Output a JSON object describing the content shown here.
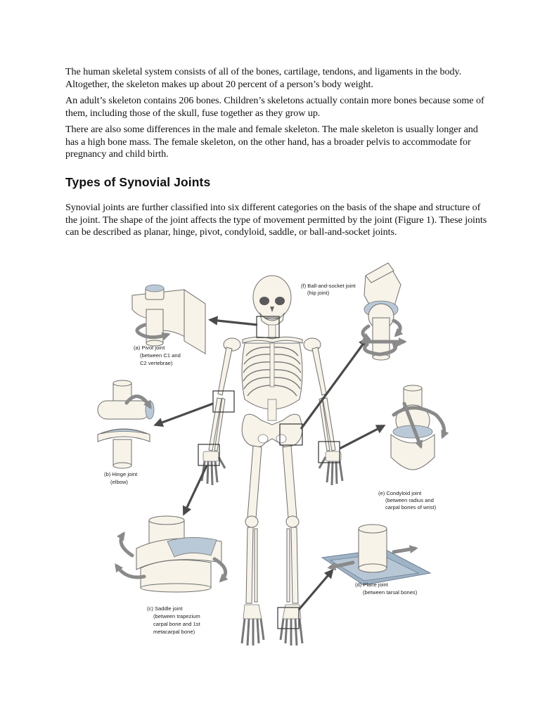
{
  "paragraphs": {
    "p1": "The human skeletal system consists of all of the bones, cartilage, tendons, and ligaments in the body. Altogether, the skeleton makes up about 20 percent of a person’s body weight.",
    "p2": "An adult’s skeleton contains 206 bones. Children’s skeletons actually contain more bones because some of them, including those of the skull, fuse together as they grow up.",
    "p3": "There are also some differences in the male and female skeleton. The male skeleton is usually longer and has a high bone mass. The female skeleton, on the other hand, has a broader pelvis to accommodate for pregnancy and child birth.",
    "p4": "Synovial joints are further classified into six different categories on the basis of the shape and structure of the joint. The shape of the joint affects the type of movement permitted by the joint (Figure 1). These joints can be described as planar, hinge, pivot, condyloid, saddle, or ball-and-socket joints."
  },
  "heading": "Types of Synovial Joints",
  "figure": {
    "a": {
      "line1": "(a) Pivot joint",
      "line2": "(between C1 and",
      "line3": "C2 vertebrae)"
    },
    "b": {
      "line1": "(b) Hinge joint",
      "line2": "(elbow)"
    },
    "c": {
      "line1": "(c) Saddle joint",
      "line2": "(between trapezium",
      "line3": "carpal bone and 1st",
      "line4": "metacarpal bone)"
    },
    "d": {
      "line1": "(d) Plane joint",
      "line2": "(between tarsal bones)"
    },
    "e": {
      "line1": "(e) Condyloid joint",
      "line2": "(between radius and",
      "line3": "carpal bones of wrist)"
    },
    "f": {
      "line1": "(f) Ball-and-socket joint",
      "line2": "(hip joint)"
    }
  }
}
